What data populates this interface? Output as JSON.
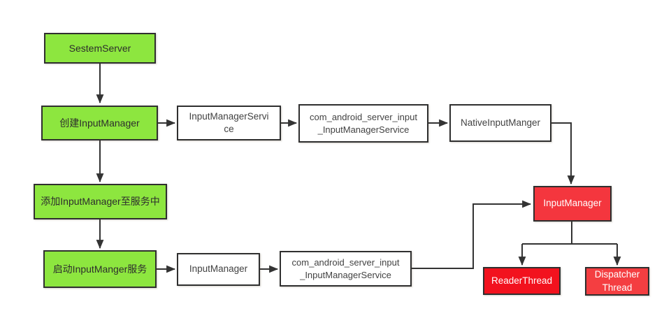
{
  "diagram": {
    "description": "InputManager startup flowchart",
    "background": "#ffffff",
    "line_color": "#333333",
    "border_color": "#2f2f2f",
    "nodes": {
      "system_server": {
        "label": "SestemServer",
        "fill": "#8de63f"
      },
      "create_input_manager": {
        "label": "创建InputManager",
        "fill": "#8de63f"
      },
      "add_input_manager_to_service": {
        "label": "添加InputManager至服务中",
        "fill": "#8de63f"
      },
      "start_input_manager_service": {
        "label": "启动InputManger服务",
        "fill": "#8de63f"
      },
      "input_manager_service": {
        "label": "InputManagerServi\nce",
        "fill": "#ffffff"
      },
      "com_android_server_input_top": {
        "label": "com_android_server_input\n_InputManagerService",
        "fill": "#ffffff"
      },
      "native_input_manager": {
        "label": "NativeInputManger",
        "fill": "#ffffff"
      },
      "input_manager_white": {
        "label": "InputManager",
        "fill": "#ffffff"
      },
      "com_android_server_input_bottom": {
        "label": "com_android_server_input\n_InputManagerService",
        "fill": "#ffffff"
      },
      "input_manager_red": {
        "label": "InputManager",
        "fill": "#f4363e"
      },
      "reader_thread": {
        "label": "ReaderThread",
        "fill": "#f2121e"
      },
      "dispatcher_thread": {
        "label": "Dispatcher\nThread",
        "fill": "#f43e41"
      }
    }
  }
}
